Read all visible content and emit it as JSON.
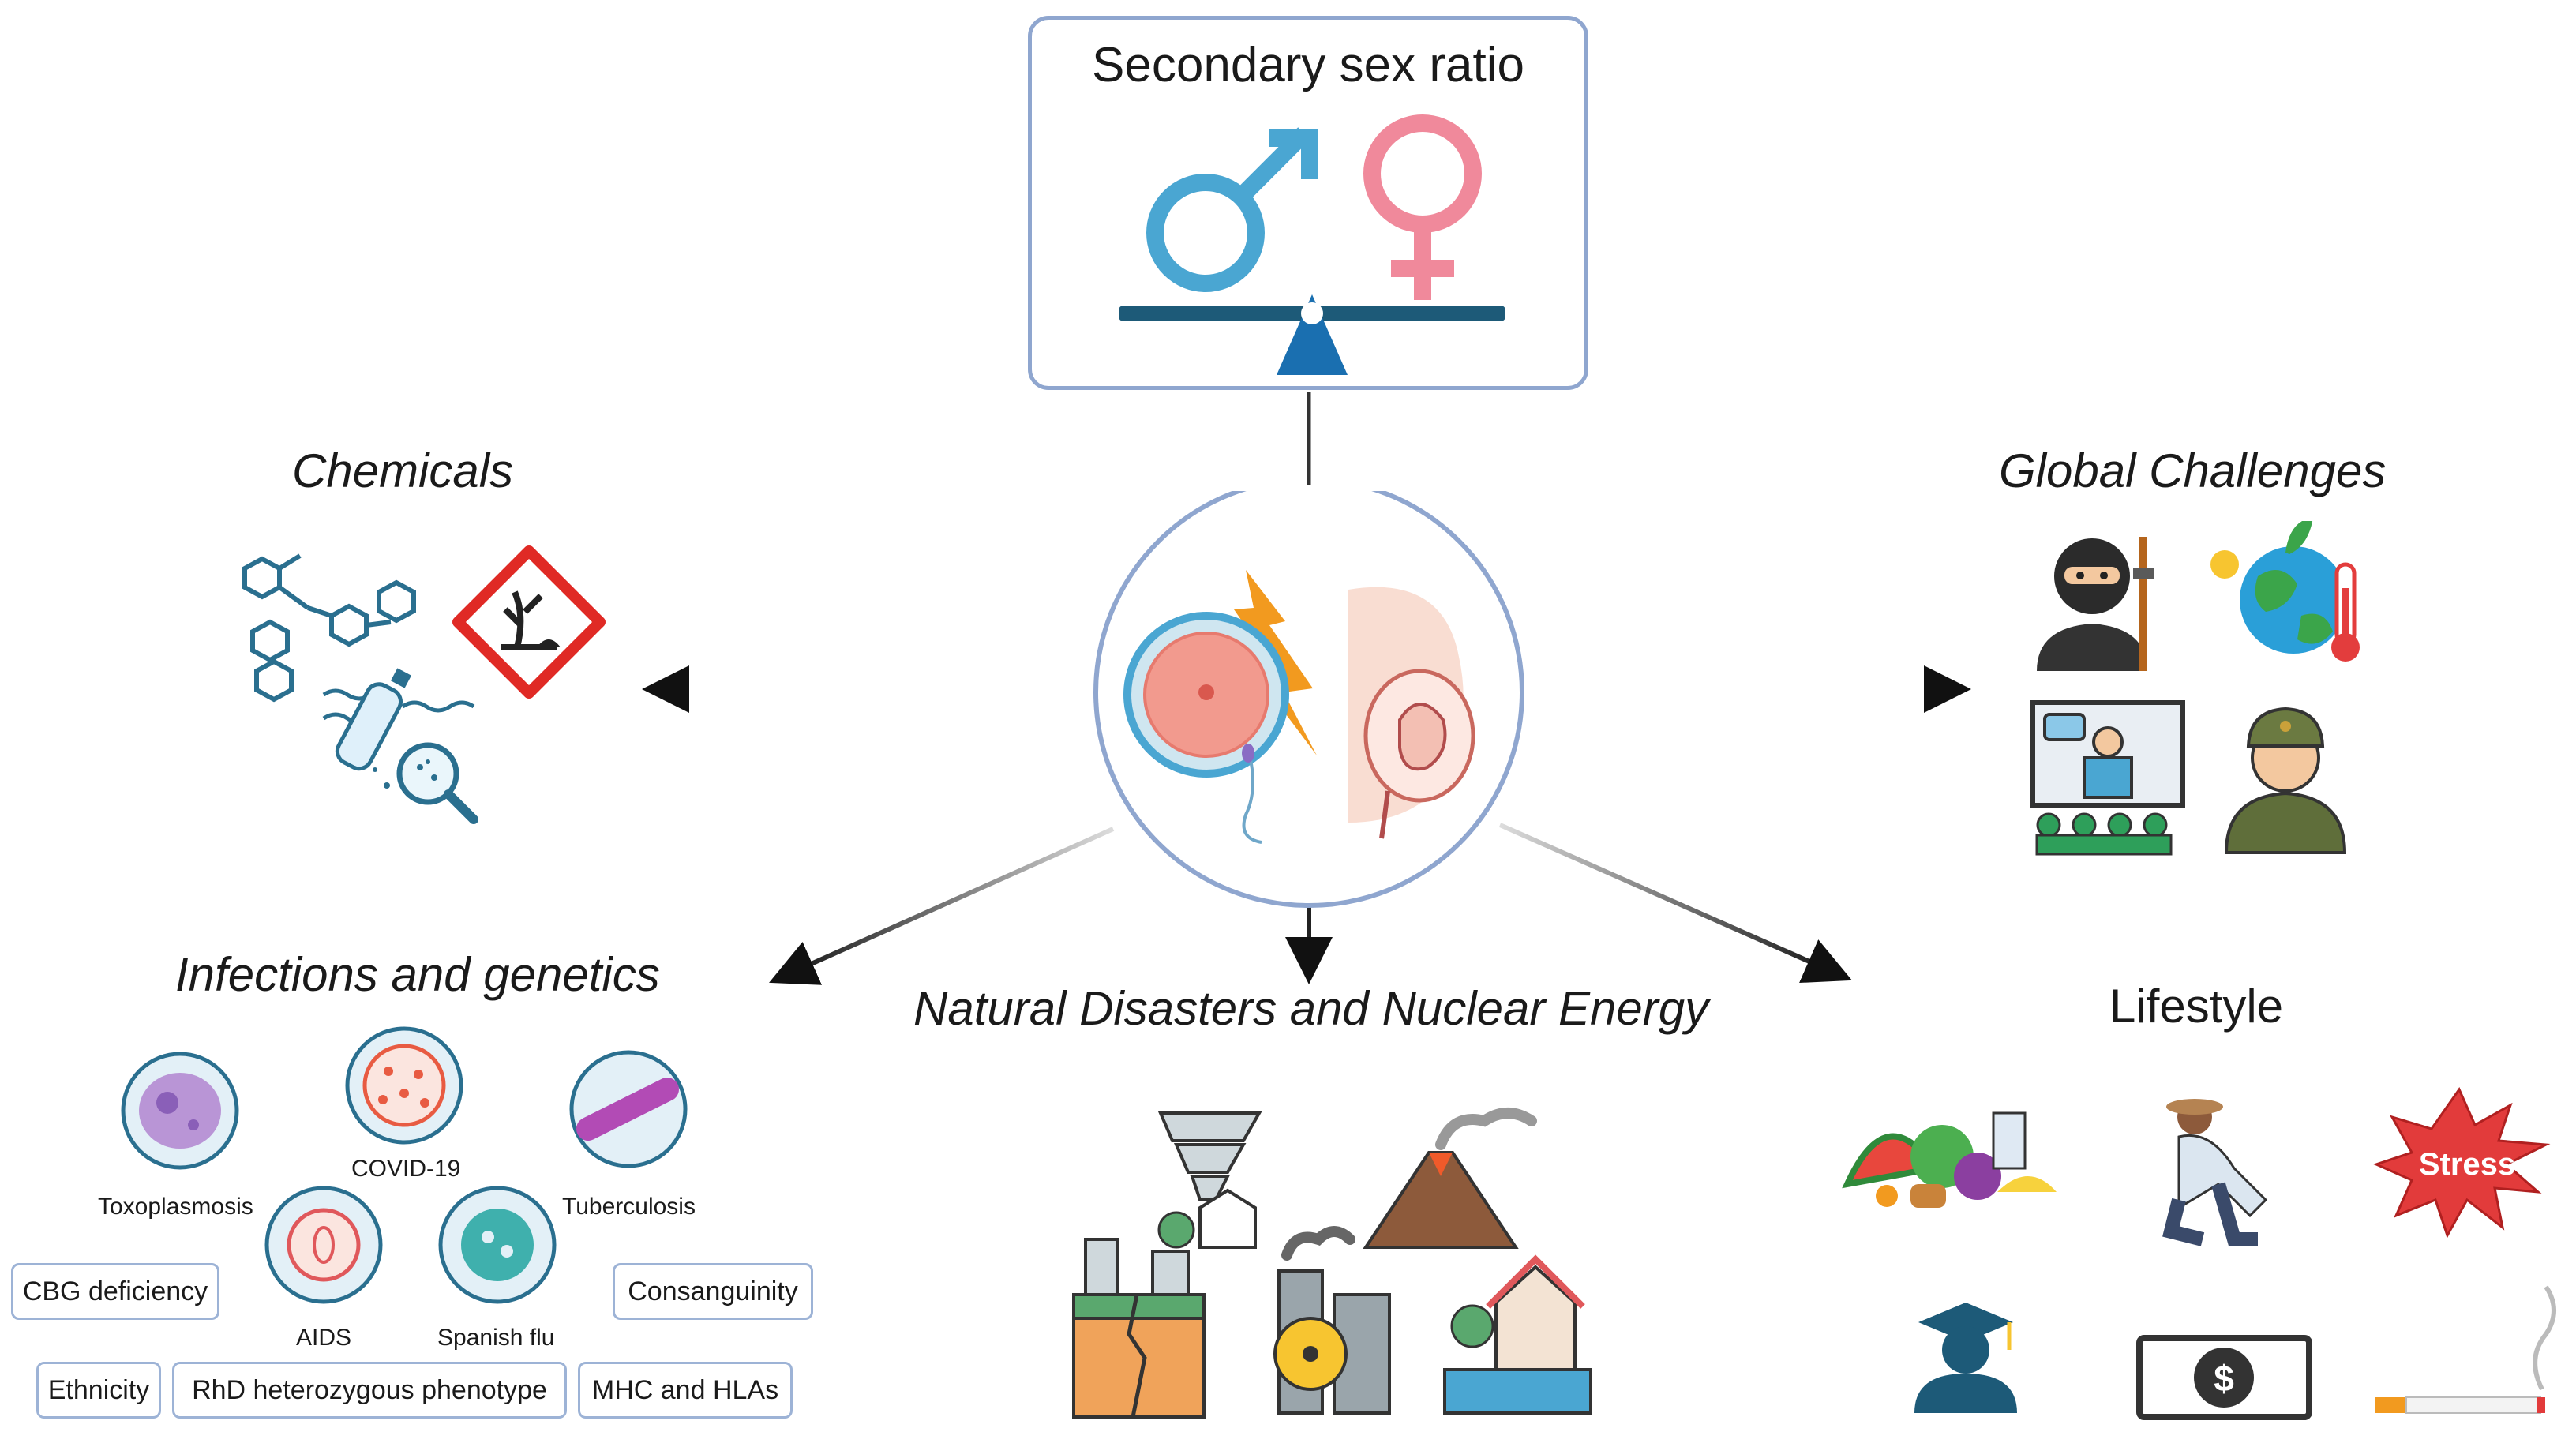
{
  "top_box": {
    "title": "Secondary sex ratio"
  },
  "sections": {
    "chemicals": "Chemicals",
    "global_challenges": "Global Challenges",
    "infections": "Infections and genetics",
    "natural_disasters": "Natural Disasters and Nuclear Energy",
    "lifestyle": "Lifestyle"
  },
  "pathogens": {
    "toxoplasmosis": "Toxoplasmosis",
    "covid": "COVID-19",
    "tuberculosis": "Tuberculosis",
    "aids": "AIDS",
    "spanish_flu": "Spanish flu"
  },
  "tags": {
    "cbg": "CBG deficiency",
    "consanguinity": "Consanguinity",
    "ethnicity": "Ethnicity",
    "rhd": "RhD heterozygous phenotype",
    "mhc": "MHC and HLAs"
  },
  "lifestyle": {
    "stress": "Stress"
  },
  "colors": {
    "male": "#4aa6d2",
    "female": "#f0899b",
    "box_border": "#8fa6cf",
    "scale": "#1d5a78"
  },
  "icons": [
    "male-symbol-icon",
    "female-symbol-icon",
    "balance-scale-icon",
    "molecule-icon",
    "environmental-hazard-icon",
    "plastic-pollution-icon",
    "terrorist-icon",
    "climate-change-icon",
    "conference-icon",
    "soldier-icon",
    "tornado-icon",
    "volcano-icon",
    "earthquake-icon",
    "nuclear-plant-icon",
    "flood-icon",
    "food-icon",
    "farmer-icon",
    "stress-icon",
    "graduate-icon",
    "money-icon",
    "cigarette-icon",
    "ovum-icon",
    "lightning-icon",
    "pregnancy-icon"
  ]
}
